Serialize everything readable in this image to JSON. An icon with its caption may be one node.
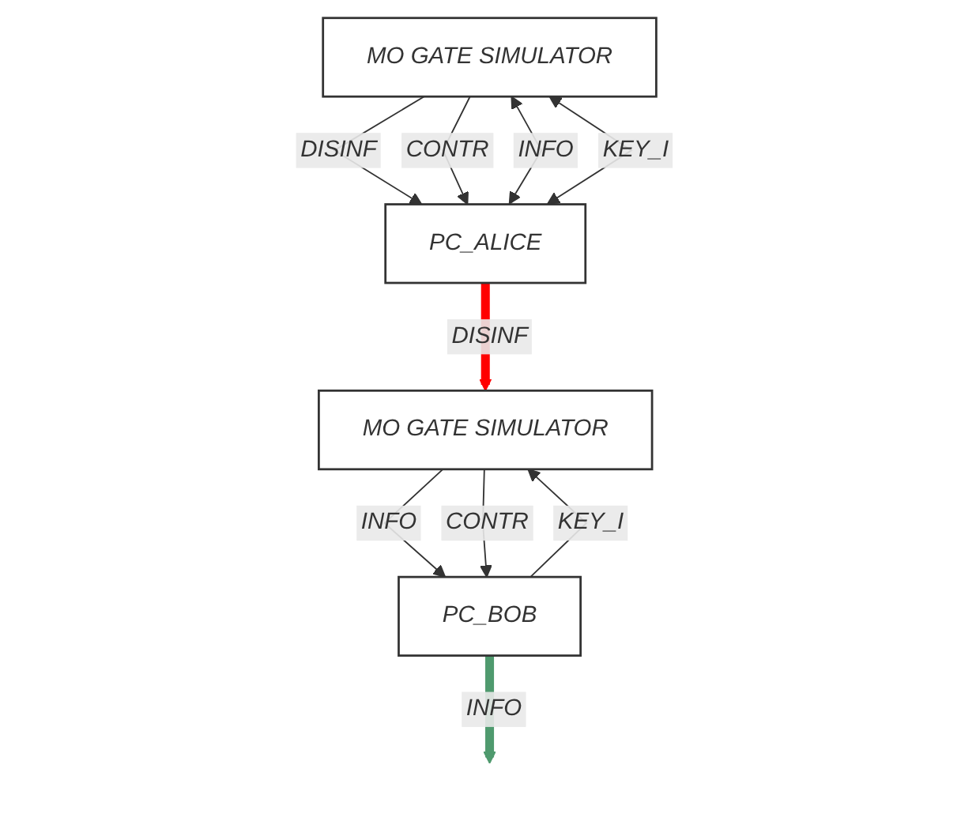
{
  "diagram": {
    "nodes": [
      {
        "text": [
          "MO GATE SIMULATOR"
        ]
      },
      {
        "text": [
          "PC_ALICE"
        ]
      },
      {
        "text": [
          "MO GATE SIMULATOR"
        ]
      },
      {
        "text": [
          "PC_BOB"
        ]
      }
    ],
    "edges": [
      {
        "from": 1,
        "to": 0,
        "arrow": "both",
        "label": "INFO"
      },
      {
        "from": 1,
        "to": 0,
        "arrow": "both",
        "label": "KEY_I"
      },
      {
        "from": 0,
        "to": 1,
        "arrow": "to",
        "label": "DISINF"
      },
      {
        "from": 0,
        "to": 1,
        "arrow": "to",
        "label": "CONTR"
      },
      {
        "from": 1,
        "to": 2,
        "arrow": "to",
        "label": "DISINF",
        "style": "thick",
        "color": "#ff0000"
      },
      {
        "from": 3,
        "to": 2,
        "arrow": "to",
        "label": "KEY_I"
      },
      {
        "from": 2,
        "to": 3,
        "arrow": "to",
        "label": "INFO"
      },
      {
        "from": 2,
        "to": 3,
        "arrow": "to",
        "label": "CONTR"
      },
      {
        "from": 3,
        "to": null,
        "arrow": "to",
        "label": "INFO",
        "style": "thick",
        "color": "#4f9a6e"
      }
    ]
  }
}
